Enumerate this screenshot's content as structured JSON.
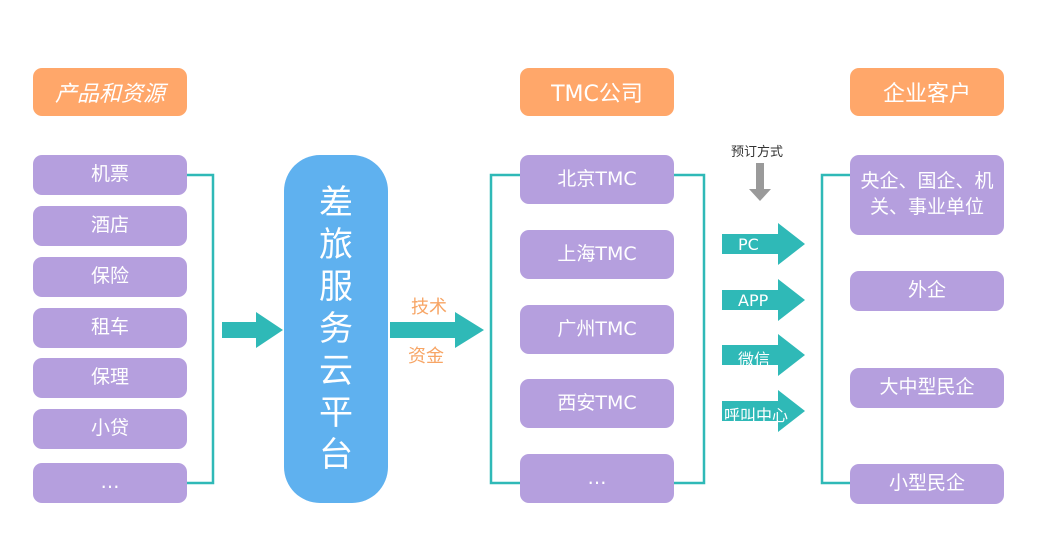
{
  "headers": {
    "products": "产品和资源",
    "tmc": "TMC公司",
    "customers": "企业客户"
  },
  "products": [
    "机票",
    "酒店",
    "保险",
    "租车",
    "保理",
    "小贷",
    "…"
  ],
  "platform": [
    "差",
    "旅",
    "服",
    "务",
    "云",
    "平",
    "台"
  ],
  "middle_arrow": {
    "top": "技术",
    "bottom": "资金"
  },
  "tmc_list": [
    "北京TMC",
    "上海TMC",
    "广州TMC",
    "西安TMC",
    "…"
  ],
  "booking": {
    "label": "预订方式",
    "methods": [
      "PC",
      "APP",
      "微信",
      "呼叫中心"
    ]
  },
  "customers": [
    "央企、国企、机关、事业单位",
    "外企",
    "大中型民企",
    "小型民企"
  ],
  "colors": {
    "header": "#ffa76a",
    "box": "#b59fde",
    "platform": "#5fb1ef",
    "arrow": "#2fb9b7",
    "connector": "#2fb9b7",
    "orange_text": "#f7a565"
  }
}
